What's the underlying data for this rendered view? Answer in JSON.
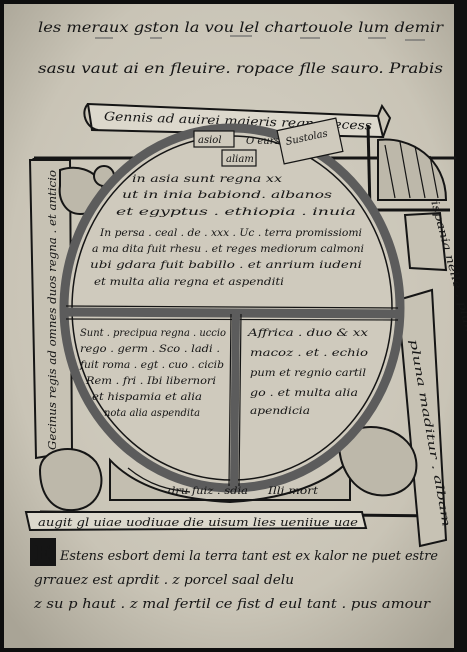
{
  "manuscript": {
    "top_lines": [
      "les meraux gston la vou lel chartouole lum demir",
      "sasu vaut ai en fleuire. ropace flle sauro. Prabis"
    ],
    "scroll_top": "Gennis ad auirei maieris regna recess",
    "map": {
      "upper_labels": [
        "asiol",
        "O eurs",
        "Sustolas",
        "aliam"
      ],
      "asia_lines": [
        "in asia sunt regna xx",
        "ut in inia babiond. albanos",
        "et egyptus . ethiopia . inuia",
        "In persa . ceal . de . xxx . Uc . terra promissiomi",
        "a ma dita fuit rhesu . et reges mediorum calmoni",
        "ubi gdara fuit babillo . et anrium iudeni",
        "et multa alia regna et aspenditi"
      ],
      "europe_lines": [
        "Sunt . precipua regna . uccio",
        "rego . germ . Sco . ladi .",
        "fuit roma . egt . cuo . cicib",
        "Rem . fri . Ibi libernori",
        "et hispamia et alia",
        "nota alia aspendita"
      ],
      "africa_lines": [
        "Affrica . duo & xx",
        "macoz . et . echio",
        "pum et regnio cartil",
        "go . et multa alia",
        "apendicia"
      ],
      "bottom_band": "dru fuiz . sdia",
      "bottom_right": "Illi mort"
    },
    "scroll_left": "Gecinus regis ad omnes duos regna . et anticio",
    "scroll_right": "Hispania nelle . plumba",
    "scroll_far_right": "pluna maditur . albam",
    "lower_scroll": "augit gl uiae uodiuae die uisum lies ueniiue uae",
    "bottom_lines": [
      "Estens esbort demi la terra tant est ex kalor ne puet estre",
      "grrauez est aprdit . z porcel saal delu",
      "z su p haut . z mal fertil ce fist d eul tant . pus amour"
    ],
    "colors": {
      "parchment": "#cfcabd",
      "ink": "#151515",
      "frame": "#0e0e0e"
    }
  }
}
